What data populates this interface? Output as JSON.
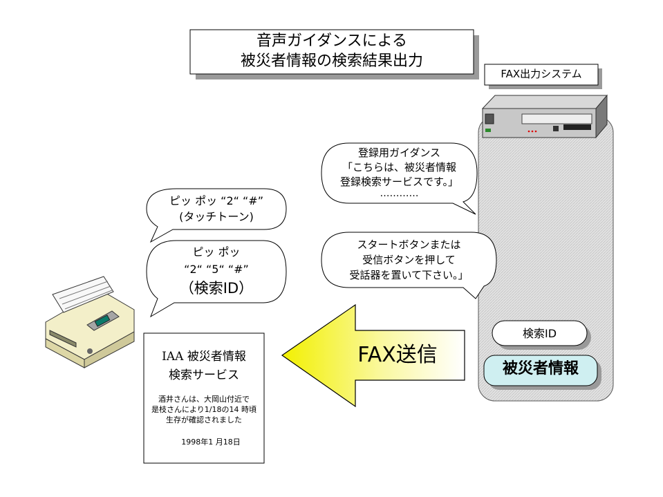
{
  "title": {
    "line1": "音声ガイダンスによる",
    "line2": "被災者情報の検索結果出力"
  },
  "system_label": "FAX出力システム",
  "bubble_keypress1": {
    "line1": "ピッ ポッ “2“ “#”",
    "line2": "(タッチトーン)"
  },
  "bubble_keypress2": {
    "line1": "ピッ ポッ",
    "line2": "“2“ “5“ “#”",
    "line3": "（検索ID）"
  },
  "bubble_guidance1": {
    "line1": "登録用ガイダンス",
    "line2": "「こちらは、被災者情報",
    "line3": "登録検索サービスです。」",
    "line4": "…………"
  },
  "bubble_guidance2": {
    "line1": "スタートボタンまたは",
    "line2": "受信ボタンを押して",
    "line3": "受話器を置いて下さい。」"
  },
  "arrow_label": "FAX送信",
  "search_id_label": "検索ID",
  "victim_info_label": "被災者情報",
  "fax_document": {
    "title1": "IAA 被災者情報",
    "title2": "検索サービス",
    "body1": "酒井さんは、大岡山付近で",
    "body2": "是枝さんにより1/18の14 時頃",
    "body3": "生存が確認されました",
    "date": "1998年1 月18日"
  },
  "colors": {
    "arrow_fill_start": "#f2f000",
    "arrow_fill_end": "#ffffff",
    "system_panel": "#dcdcdc",
    "victim_badge": "#cfeff1",
    "shadow": "#9a9a9a"
  },
  "icons": {
    "server": "fax-server-icon",
    "fax_machine": "fax-machine-icon"
  }
}
